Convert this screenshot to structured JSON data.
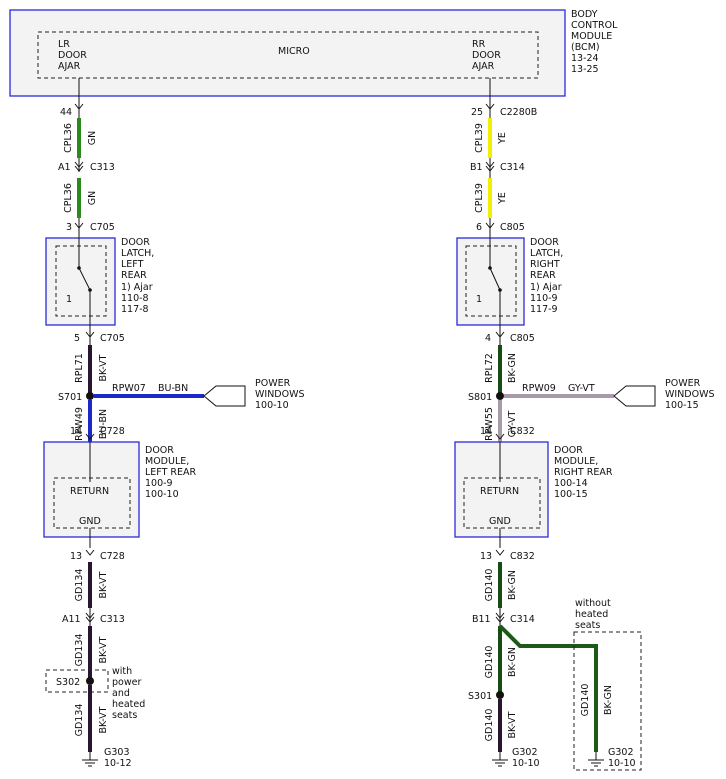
{
  "colors": {
    "GN": "#2a8a1e",
    "YE": "#f2f000",
    "BK-VT": "#2a1530",
    "BU-BN": "#1d28c8",
    "BK-GN": "#174d14",
    "GY-VT": "#a89aaa",
    "DARK_GN": "#1d5a17",
    "box_border": "#2b2bd6"
  },
  "bcm": {
    "title_lines": [
      "BODY",
      "CONTROL",
      "MODULE",
      "(BCM)",
      "13-24",
      "13-25"
    ],
    "micro": "MICRO",
    "left_label": [
      "LR",
      "DOOR",
      "AJAR"
    ],
    "right_label": [
      "RR",
      "DOOR",
      "AJAR"
    ]
  },
  "left": {
    "pin_bcm": "44",
    "c313a": {
      "pin": "A1",
      "conn": "C313"
    },
    "wire1": {
      "circuit": "CPL36",
      "color": "GN"
    },
    "wire2": {
      "circuit": "CPL36",
      "color": "GN"
    },
    "c705_top": {
      "pin": "3",
      "conn": "C705"
    },
    "latch_label": [
      "DOOR",
      "LATCH,",
      "LEFT",
      "REAR"
    ],
    "latch_refs": [
      " 1) Ajar",
      "110-8",
      "117-8"
    ],
    "switch_num": "1",
    "c705_bot": {
      "pin": "5",
      "conn": "C705"
    },
    "wire3": {
      "circuit": "RPL71",
      "color": "BK-VT"
    },
    "splice": "S701",
    "branch": {
      "circuit": "RPW07",
      "color": "BU-BN"
    },
    "pw_label": [
      "POWER",
      "WINDOWS",
      "100-10"
    ],
    "wire4": {
      "circuit": "RPW49",
      "color": "BU-BN"
    },
    "c728_top": {
      "pin": "14",
      "conn": "C728"
    },
    "module_return": "RETURN",
    "module_gnd": "GND",
    "module_label": [
      "DOOR",
      "MODULE,",
      "LEFT REAR",
      "100-9",
      "100-10"
    ],
    "c728_bot": {
      "pin": "13",
      "conn": "C728"
    },
    "wire5": {
      "circuit": "GD134",
      "color": "BK-VT"
    },
    "c313b": {
      "pin": "A11",
      "conn": "C313"
    },
    "wire6": {
      "circuit": "GD134",
      "color": "BK-VT"
    },
    "splice2": "S302",
    "splice2_note": [
      "with",
      "power",
      "and",
      "heated",
      "seats"
    ],
    "wire7": {
      "circuit": "GD134",
      "color": "BK-VT"
    },
    "ground": [
      "G303",
      "10-12"
    ]
  },
  "right": {
    "pin_bcm": "25",
    "conn_bcm": "C2280B",
    "c314a": {
      "pin": "B1",
      "conn": "C314"
    },
    "wire1": {
      "circuit": "CPL39",
      "color": "YE"
    },
    "wire2": {
      "circuit": "CPL39",
      "color": "YE"
    },
    "c805_top": {
      "pin": "6",
      "conn": "C805"
    },
    "latch_label": [
      "DOOR",
      "LATCH,",
      "RIGHT",
      "REAR"
    ],
    "latch_refs": [
      " 1) Ajar",
      "110-9",
      "117-9"
    ],
    "switch_num": "1",
    "c805_bot": {
      "pin": "4",
      "conn": "C805"
    },
    "wire3": {
      "circuit": "RPL72",
      "color": "BK-GN"
    },
    "splice": "S801",
    "branch": {
      "circuit": "RPW09",
      "color": "GY-VT"
    },
    "pw_label": [
      "POWER",
      "WINDOWS",
      "100-15"
    ],
    "wire4": {
      "circuit": "RPW55",
      "color": "GY-VT"
    },
    "c832_top": {
      "pin": "14",
      "conn": "C832"
    },
    "module_return": "RETURN",
    "module_gnd": "GND",
    "module_label": [
      "DOOR",
      "MODULE,",
      "RIGHT REAR",
      "100-14",
      "100-15"
    ],
    "c832_bot": {
      "pin": "13",
      "conn": "C832"
    },
    "wire5": {
      "circuit": "GD140",
      "color": "BK-GN"
    },
    "c314b": {
      "pin": "B11",
      "conn": "C314"
    },
    "wire6": {
      "circuit": "GD140",
      "color": "BK-GN"
    },
    "splice2": "S301",
    "wire7": {
      "circuit": "GD140",
      "color": "BK-VT"
    },
    "ground": [
      "G302",
      "10-10"
    ],
    "alt_note": [
      "without",
      "heated",
      "seats"
    ],
    "alt_wire": {
      "circuit": "GD140",
      "color": "BK-GN"
    },
    "alt_ground": [
      "G302",
      "10-10"
    ]
  }
}
